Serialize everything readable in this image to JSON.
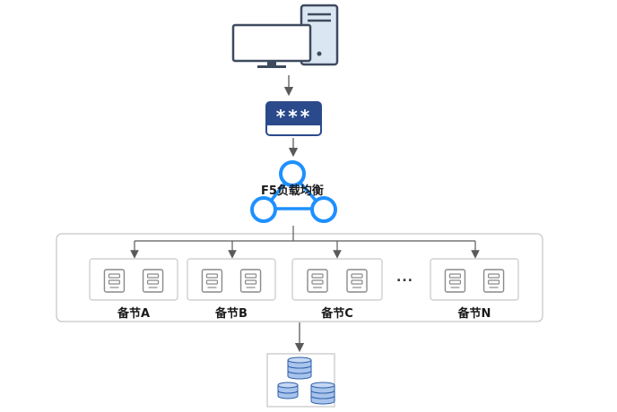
{
  "password_box": {
    "mask": "***"
  },
  "load_balancer": {
    "label": "F5负载均衡"
  },
  "cluster": {
    "nodes": [
      {
        "label": "备节A"
      },
      {
        "label": "备节B"
      },
      {
        "label": "备节C"
      },
      {
        "label": "备节N"
      }
    ],
    "ellipsis": "..."
  },
  "colors": {
    "arrow": "#5a5a5a",
    "pc_border": "#3e4a5e",
    "pc_fill": "#dbe6f3",
    "password_dark": "#2b4a8b",
    "triangle": "#1e90ff",
    "server_border": "#8a8a8a",
    "db_fill": "#a9c4ec",
    "db_border": "#2d5fa8"
  }
}
